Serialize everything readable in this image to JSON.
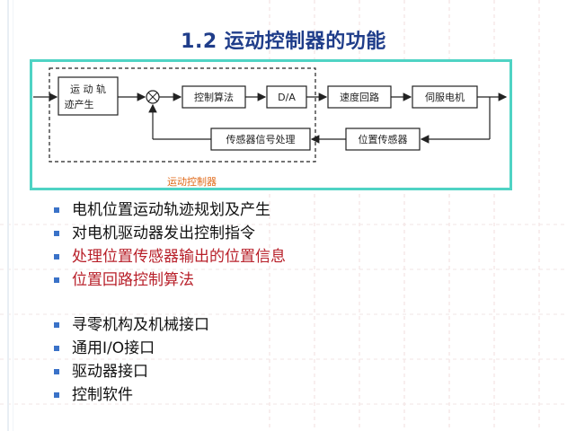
{
  "slide": {
    "title": "1.2 运动控制器的功能"
  },
  "diagram": {
    "blocks": {
      "trajectory": [
        "运 动 轨",
        "迹产生"
      ],
      "control_algorithm": "控制算法",
      "da": "D/A",
      "speed_loop": "速度回路",
      "servo_motor": "伺服电机",
      "sensor_processing": "传感器信号处理",
      "position_sensor": "位置传感器"
    },
    "controller_label": "运动控制器",
    "colors": {
      "frame": "#4fd3c4",
      "label": "#e06a1a",
      "title": "#1f3d8a",
      "bullet_mark": "#3a72c8",
      "highlight_text": "#b8202a"
    }
  },
  "bullets": [
    {
      "text": "电机位置运动轨迹规划及产生",
      "highlight": false
    },
    {
      "text": "对电机驱动器发出控制指令",
      "highlight": false
    },
    {
      "text": "处理位置传感器输出的位置信息",
      "highlight": true
    },
    {
      "text": "位置回路控制算法",
      "highlight": true
    },
    {
      "text": "寻零机构及机械接口",
      "highlight": false
    },
    {
      "text": "通用I/O接口",
      "highlight": false
    },
    {
      "text": "驱动器接口",
      "highlight": false
    },
    {
      "text": "控制软件",
      "highlight": false
    }
  ]
}
